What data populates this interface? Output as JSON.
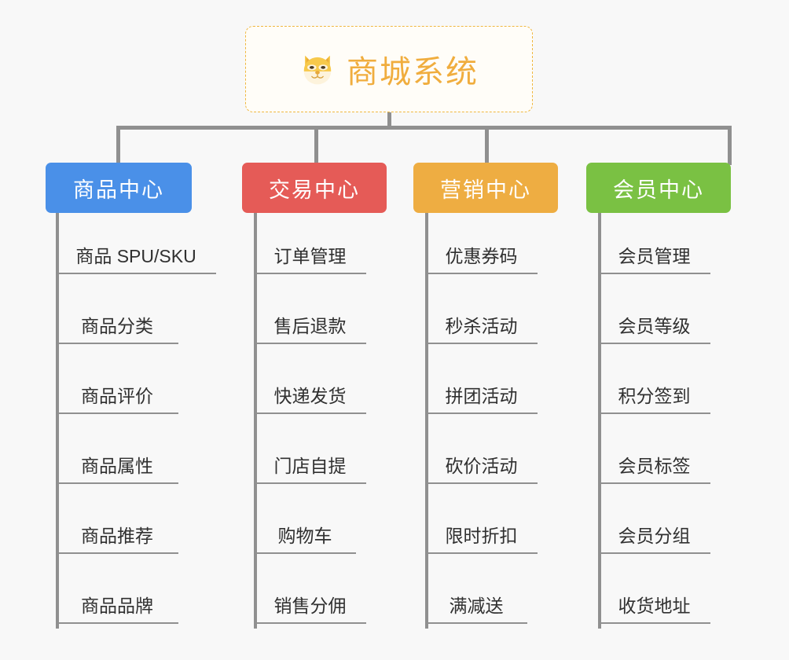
{
  "diagram": {
    "background_color": "#f8f8f8",
    "connector_color": "#909090",
    "root": {
      "title": "商城系统",
      "icon": "shiba-dog-face-icon",
      "text_color": "#f0ad3e",
      "border_color": "#f0b840",
      "background_color": "#fffdf8"
    },
    "categories": [
      {
        "label": "商品中心",
        "color": "#4a90e8",
        "items": [
          "商品 SPU/SKU",
          "商品分类",
          "商品评价",
          "商品属性",
          "商品推荐",
          "商品品牌"
        ]
      },
      {
        "label": "交易中心",
        "color": "#e55b57",
        "items": [
          "订单管理",
          "售后退款",
          "快递发货",
          "门店自提",
          "购物车",
          "销售分佣"
        ]
      },
      {
        "label": "营销中心",
        "color": "#eead42",
        "items": [
          "优惠券码",
          "秒杀活动",
          "拼团活动",
          "砍价活动",
          "限时折扣",
          "满减送"
        ]
      },
      {
        "label": "会员中心",
        "color": "#7ac143",
        "items": [
          "会员管理",
          "会员等级",
          "积分签到",
          "会员标签",
          "会员分组",
          "收货地址"
        ]
      }
    ]
  }
}
